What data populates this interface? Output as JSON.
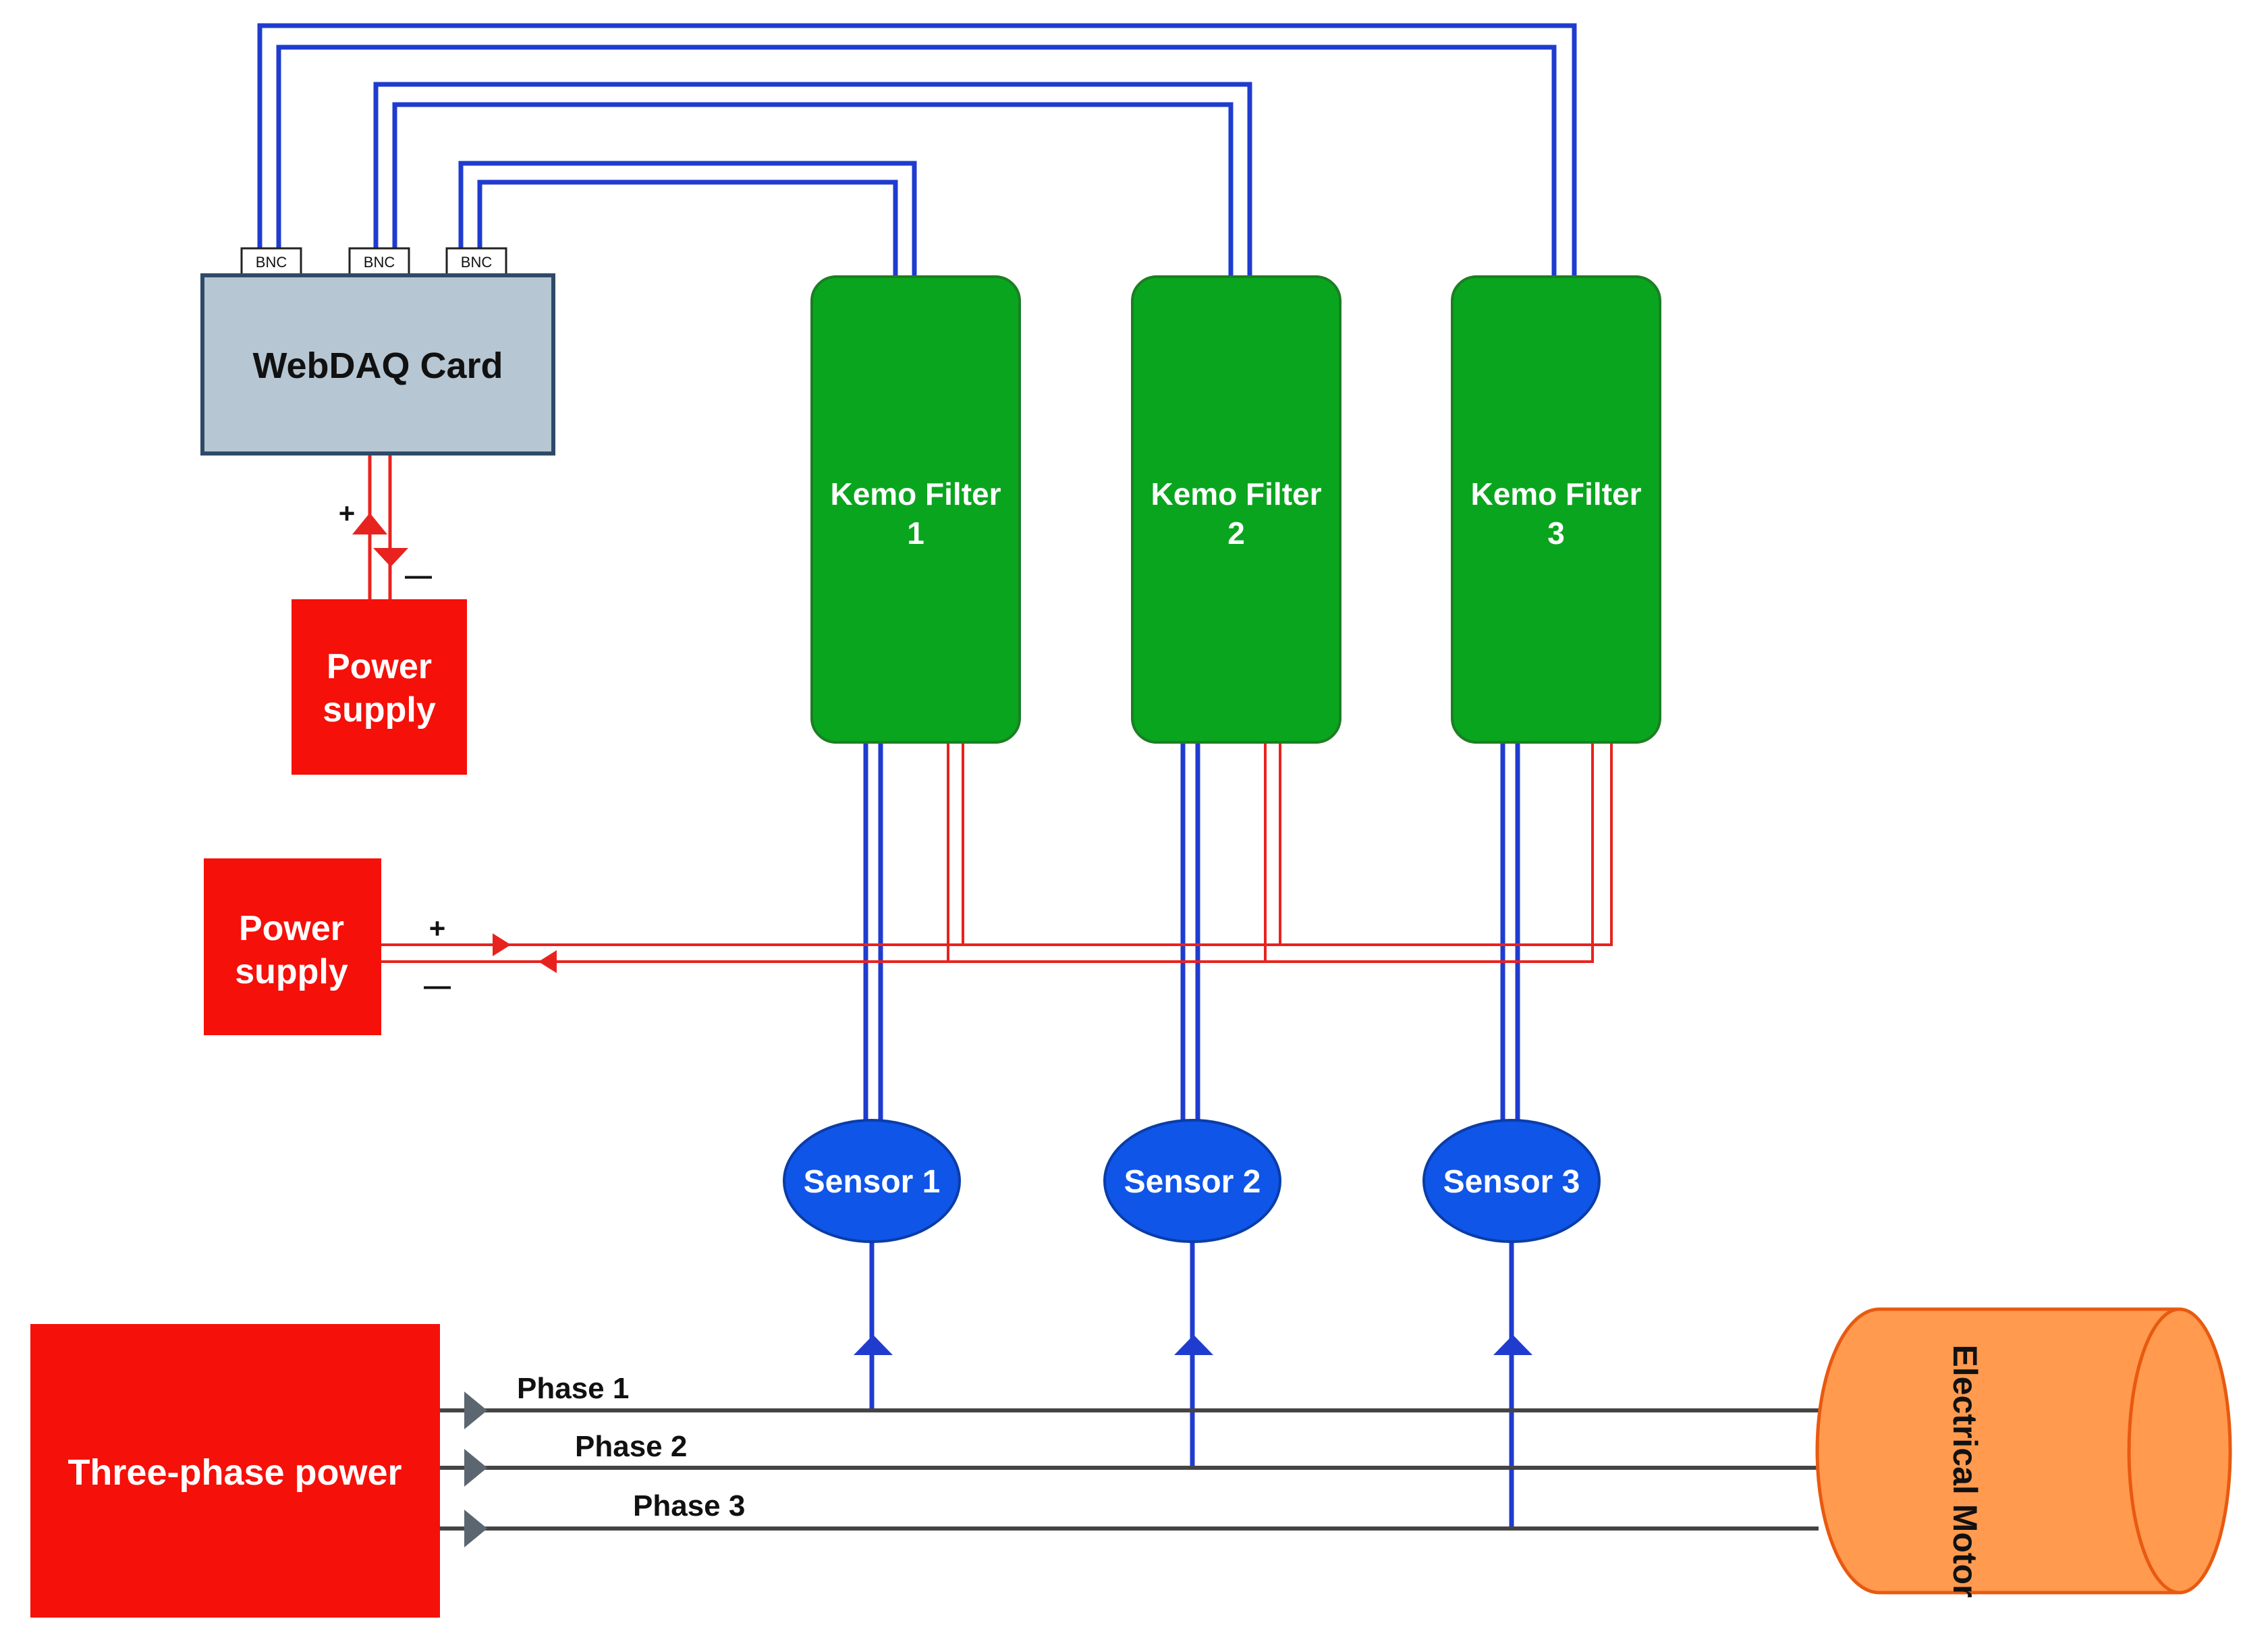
{
  "webdaq": {
    "title": "WebDAQ Card",
    "connectors": [
      "BNC",
      "BNC",
      "BNC"
    ]
  },
  "power_supply_top": {
    "line1": "Power",
    "line2": "supply",
    "plus": "+",
    "minus": "—"
  },
  "power_supply_mid": {
    "line1": "Power",
    "line2": "supply",
    "plus": "+",
    "minus": "—"
  },
  "filters": [
    {
      "line1": "Kemo Filter",
      "line2": "1"
    },
    {
      "line1": "Kemo Filter",
      "line2": "2"
    },
    {
      "line1": "Kemo Filter",
      "line2": "3"
    }
  ],
  "sensors": [
    {
      "label": "Sensor 1"
    },
    {
      "label": "Sensor 2"
    },
    {
      "label": "Sensor 3"
    }
  ],
  "three_phase": {
    "label": "Three-phase power"
  },
  "phases": [
    {
      "label": "Phase 1"
    },
    {
      "label": "Phase 2"
    },
    {
      "label": "Phase 3"
    }
  ],
  "motor": {
    "label": "Electrical Motor"
  },
  "colors": {
    "blue_wire": "#1f3ccf",
    "red_wire": "#e8231f",
    "filter": "#0aa51e",
    "webdaq": "#b6c6d2",
    "power": "#f5100a",
    "sensor": "#0f55e8",
    "motor": "#ff9a4f",
    "phase_line": "#444444"
  }
}
